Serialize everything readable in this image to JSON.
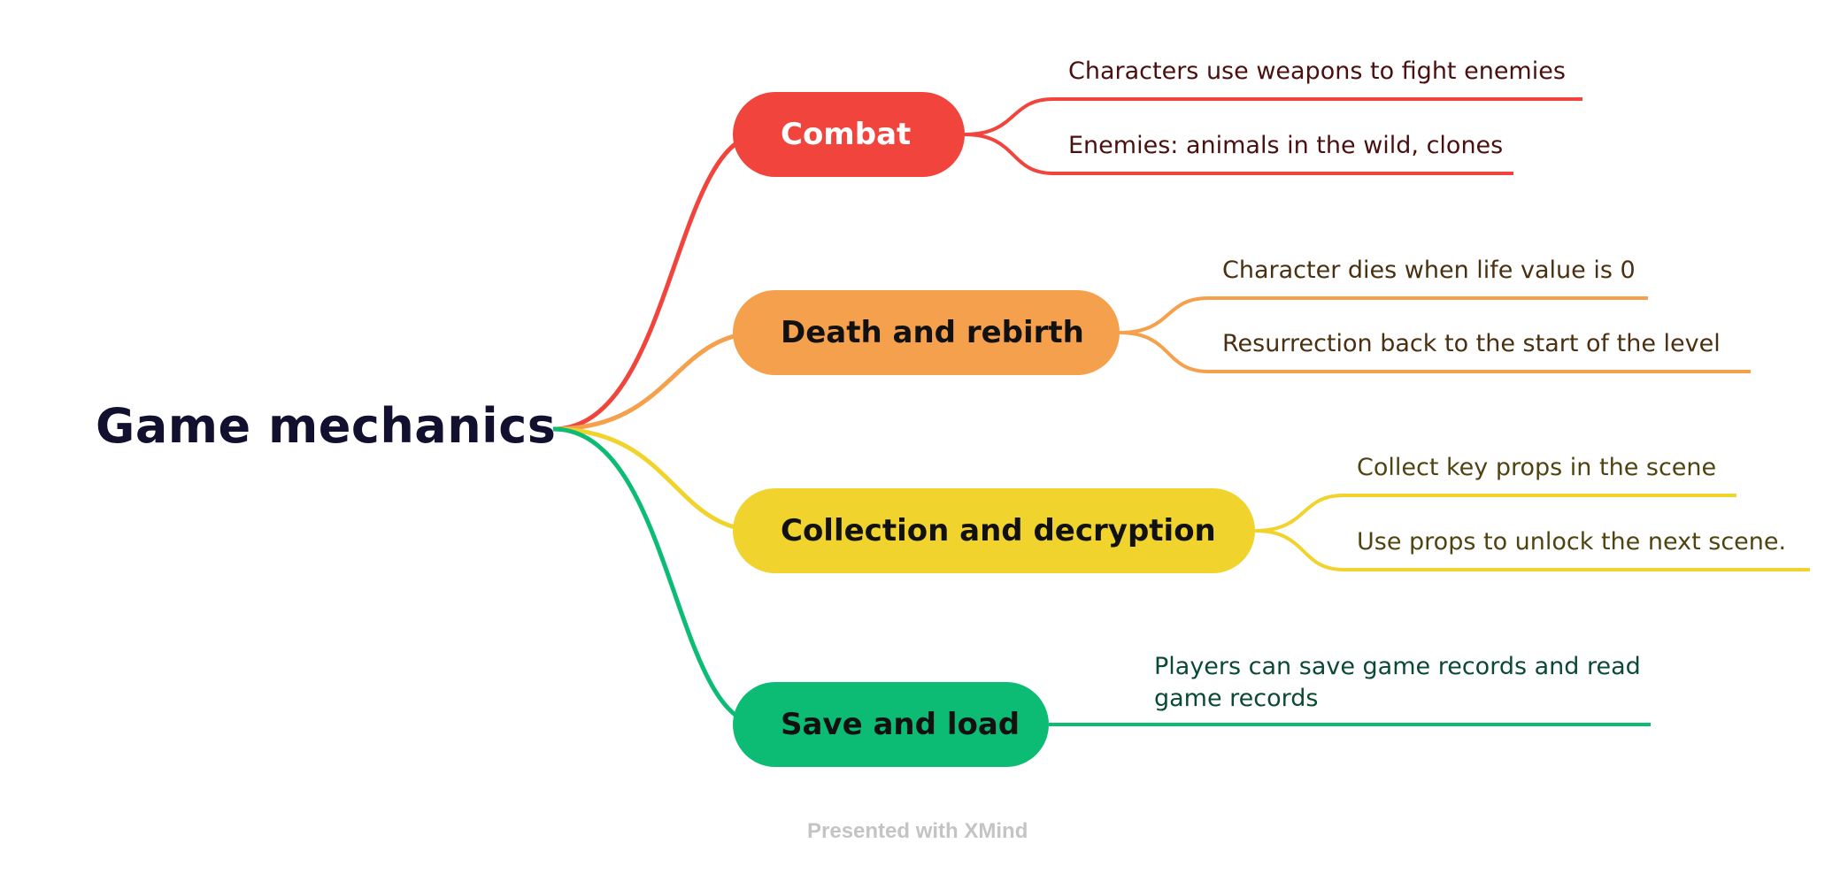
{
  "root": {
    "label": "Game mechanics",
    "color": "#11102e"
  },
  "branches": [
    {
      "label": "Combat",
      "color": "#f0443c",
      "text_color": "#ffffff",
      "leaf_text_color": "#4a1010",
      "leaves": [
        "Characters use weapons to fight enemies",
        "Enemies: animals in the wild, clones"
      ]
    },
    {
      "label": "Death and rebirth",
      "color": "#f5a04c",
      "text_color": "#111111",
      "leaf_text_color": "#4a3010",
      "leaves": [
        "Character dies when life value is 0",
        "Resurrection back to the start of the level"
      ]
    },
    {
      "label": "Collection and decryption",
      "color": "#f0d32c",
      "text_color": "#111111",
      "leaf_text_color": "#4f4410",
      "leaves": [
        "Collect key props in the scene",
        "Use props to unlock the next scene."
      ]
    },
    {
      "label": "Save and load",
      "color": "#0dbc74",
      "text_color": "#111111",
      "leaf_text_color": "#0b4a32",
      "leaves": [
        "Players can save game records and read",
        "game records"
      ]
    }
  ],
  "footer": {
    "text": "Presented with XMind"
  }
}
